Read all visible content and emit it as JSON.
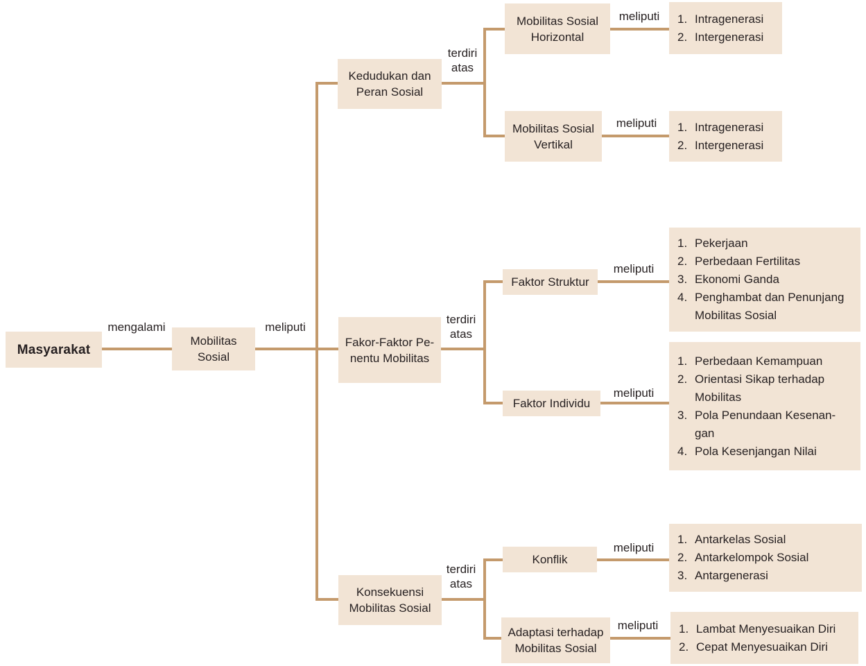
{
  "colors": {
    "box_fill": "#f2e4d5",
    "line": "#c49a6c",
    "text": "#272122"
  },
  "root": {
    "label": "Masyarakat",
    "edge": "mengalami"
  },
  "center": {
    "label": "Mobilitas\nSosial",
    "edge": "meliputi"
  },
  "branches": [
    {
      "label": "Kedudukan dan\nPeran Sosial",
      "edge": "terdiri atas",
      "children": [
        {
          "label": "Mobilitas Sosial\nHorizontal",
          "edge": "meliputi",
          "items": [
            "Intragenerasi",
            "Intergenerasi"
          ]
        },
        {
          "label": "Mobilitas Sosial\nVertikal",
          "edge": "meliputi",
          "items": [
            "Intragenerasi",
            "Intergenerasi"
          ]
        }
      ]
    },
    {
      "label": "Fakor-Faktor Pe-\nnentu Mobilitas",
      "edge": "terdiri atas",
      "children": [
        {
          "label": "Faktor Struktur",
          "edge": "meliputi",
          "items": [
            "Pekerjaan",
            "Perbedaan Fertilitas",
            "Ekonomi Ganda",
            "Penghambat dan Penunjang\nMobilitas Sosial"
          ]
        },
        {
          "label": "Faktor Individu",
          "edge": "meliputi",
          "items": [
            "Perbedaan Kemampuan",
            "Orientasi Sikap terhadap\nMobilitas",
            "Pola Penundaan Kesenan-\ngan",
            "Pola Kesenjangan Nilai"
          ]
        }
      ]
    },
    {
      "label": "Konsekuensi\nMobilitas Sosial",
      "edge": "terdiri atas",
      "children": [
        {
          "label": "Konflik",
          "edge": "meliputi",
          "items": [
            "Antarkelas Sosial",
            "Antarkelompok Sosial",
            "Antargenerasi"
          ]
        },
        {
          "label": "Adaptasi terhadap\nMobilitas Sosial",
          "edge": "meliputi",
          "items": [
            "Lambat Menyesuaikan Diri",
            "Cepat Menyesuaikan Diri"
          ]
        }
      ]
    }
  ]
}
